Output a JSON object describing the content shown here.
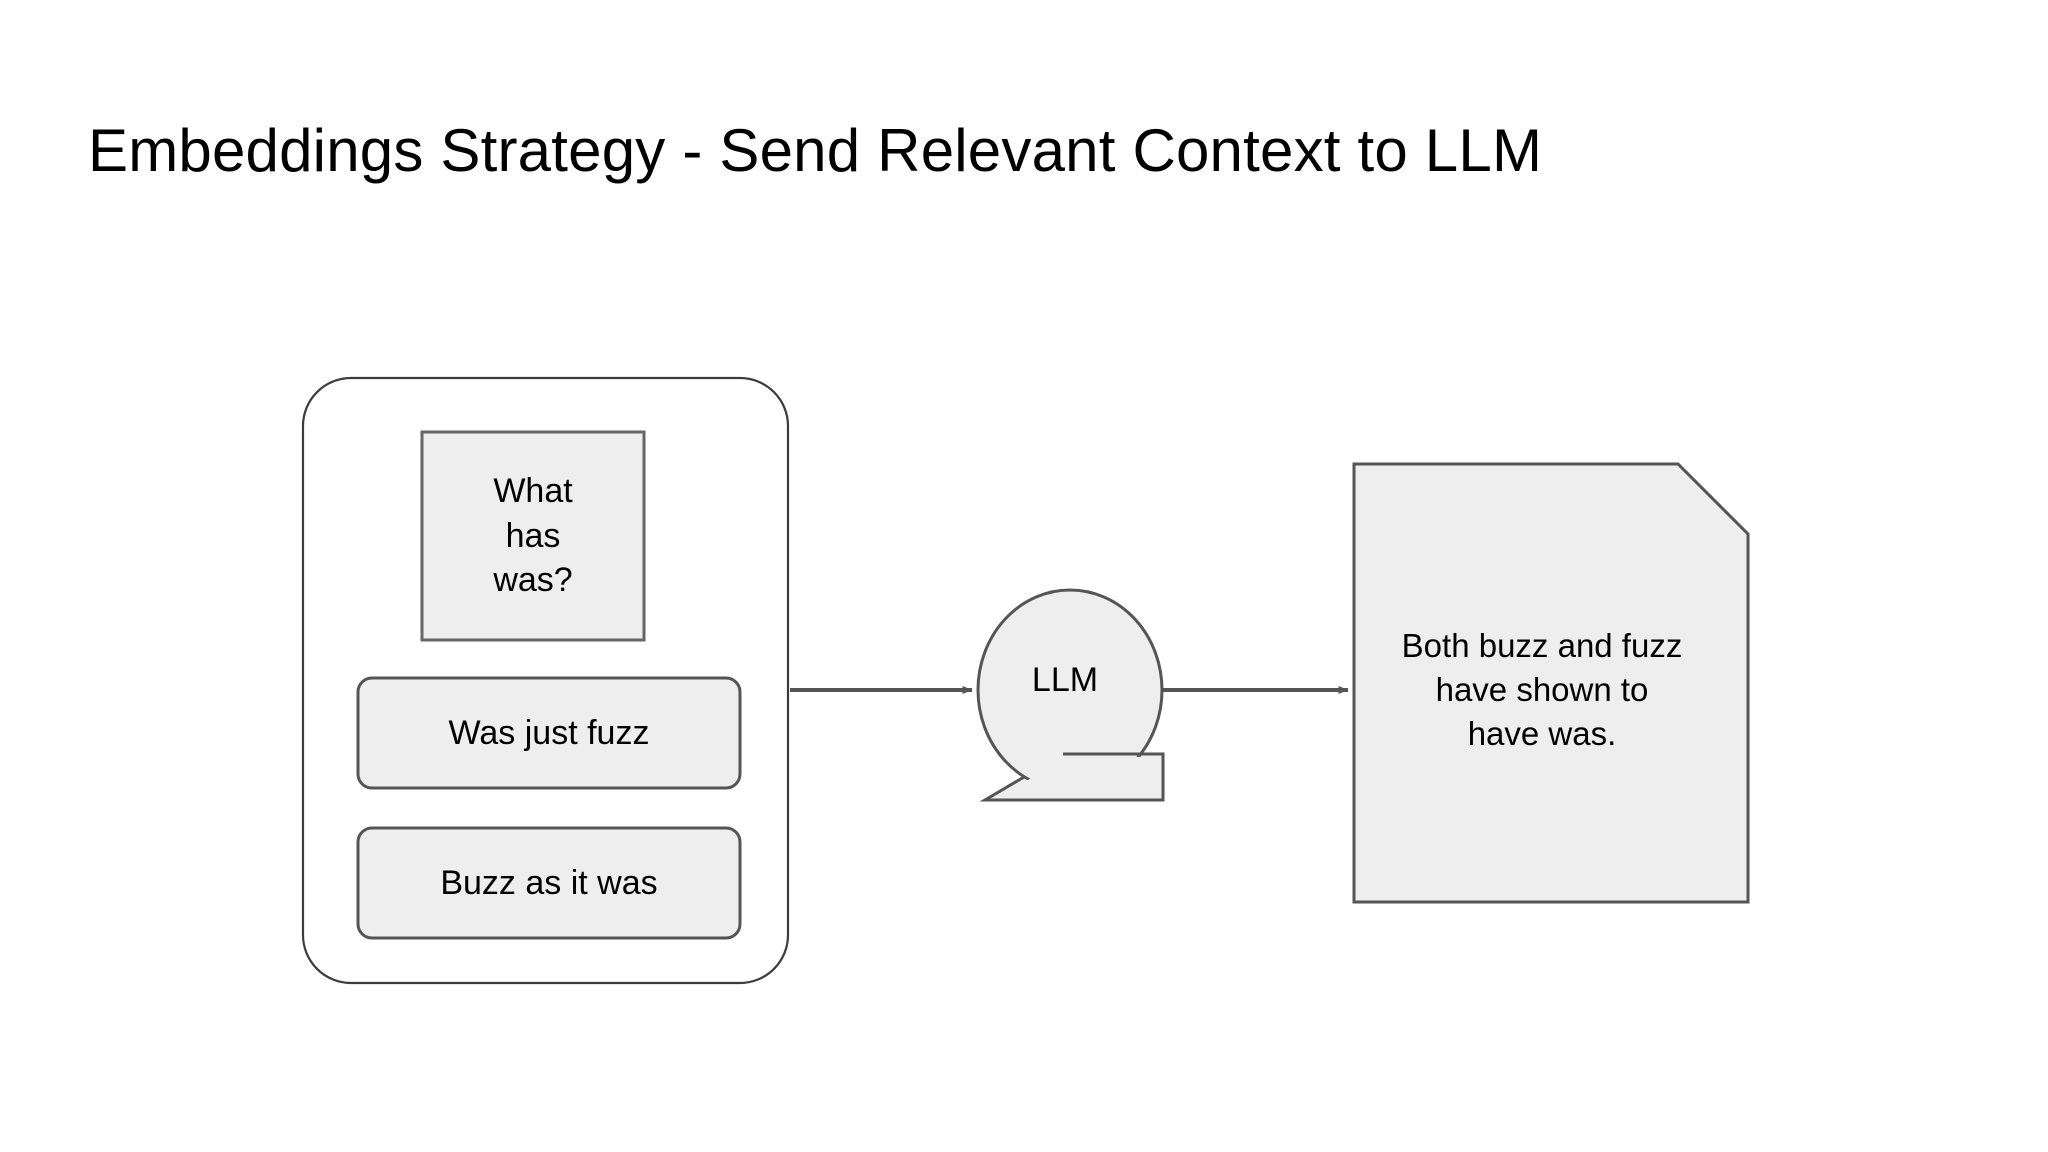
{
  "slide": {
    "title": "Embeddings Strategy - Send Relevant Context to LLM",
    "background_color": "#FFFFFF"
  },
  "palette": {
    "shape_fill": "#EEEEEE",
    "shape_stroke": "#555555",
    "container_stroke": "#3C3C3C",
    "arrow_color": "#555555",
    "text_color": "#000000"
  },
  "diagram": {
    "type": "flow",
    "context_container": {
      "name": "context-container",
      "shape": "rounded-rectangle",
      "fill": "none",
      "stroke": "#3C3C3C",
      "query_box": {
        "label": "What\nhas\nwas?",
        "shape": "rectangle"
      },
      "chunks": [
        {
          "label": "Was just fuzz",
          "shape": "rounded-rectangle"
        },
        {
          "label": "Buzz as it was",
          "shape": "rounded-rectangle"
        }
      ]
    },
    "llm_node": {
      "label": "LLM",
      "shape": "speech-bubble-ellipse"
    },
    "output_document": {
      "label": "Both buzz and fuzz\nhave shown to\nhave was.",
      "shape": "document-folded-corner"
    },
    "arrows": [
      {
        "name": "arrow-context-to-llm",
        "from": "context-container",
        "to": "llm-node",
        "direction": "right"
      },
      {
        "name": "arrow-llm-to-output",
        "from": "llm-node",
        "to": "output-document",
        "direction": "right"
      }
    ]
  }
}
